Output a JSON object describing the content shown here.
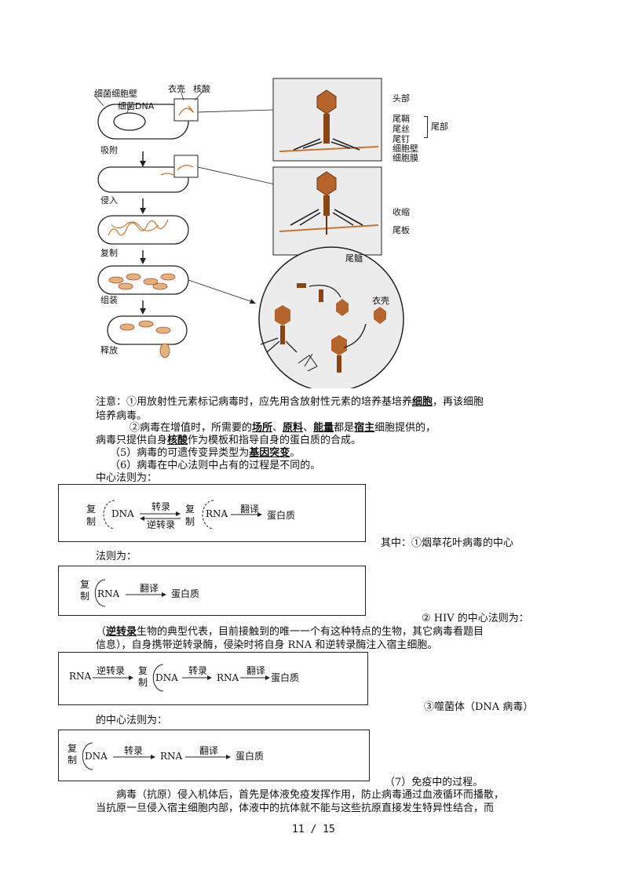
{
  "figure": {
    "bacterium_labels": {
      "cell_wall": "细菌细胞壁",
      "dna": "细菌DNA",
      "coat": "衣壳",
      "nucleic_acid": "核酸"
    },
    "stages": [
      "吸附",
      "侵入",
      "复制",
      "组装",
      "释放"
    ],
    "phage_labels": {
      "head": "头部",
      "sheath": "尾鞘",
      "fiber": "尾丝",
      "pin": "尾钉",
      "wall": "细胞壁",
      "membrane": "细胞膜",
      "tail_group": "尾部",
      "contract": "收缩",
      "plate": "尾板",
      "core": "尾髓",
      "coat2": "衣壳"
    }
  },
  "note": {
    "line1_pre": "注意：①用放射性元素标记病毒时，应先用含放射性元素的培养基培养",
    "line1_ans": "细胞",
    "line1_post": "，再该细胞",
    "line2": "培养病毒。",
    "line3_pre": "②病毒在增值时，所需要的",
    "ans_site": "场所",
    "sep1": "、",
    "ans_material": "原料",
    "sep2": "、",
    "ans_energy": "能量",
    "line3_mid": "都是",
    "ans_host": "宿主",
    "line3_post": "细胞提供的，",
    "line4_pre": "病毒只提供自身",
    "ans_nucleic": "核酸",
    "line4_post": "作为模板和指导自身的蛋白质的合成。",
    "line5_pre": "（5）病毒的可遗传变异类型为",
    "ans_mutation": "基因突变",
    "line5_post": "。",
    "line6": "（6）病毒在中心法则中占有的过程是不同的。",
    "line7": "中心法则为："
  },
  "dogma": {
    "replicate": "复制",
    "dna": "DNA",
    "rna": "RNA",
    "transcribe": "转录",
    "reverse": "逆转录",
    "translate": "翻译",
    "protein": "蛋白质"
  },
  "text": {
    "tmv_a": "其中：①烟草花叶病毒的中心",
    "tmv_b": "法则为：",
    "hiv": "② HIV 的中心法则为：",
    "hiv_open": "（",
    "hiv_ans": "逆转录",
    "hiv_line1_post": "生物的典型代表，目前接触到的唯一一个有这种特点的生物，其它病毒看题目",
    "hiv_line2": "信息），自身携带逆转录酶，侵染时将自身 RNA 和逆转录酶注入宿主细胞。",
    "phage_a": "③噬菌体（DNA 病毒）",
    "phage_b": "的中心法则为：",
    "immune": "（7）免疫中的过程。",
    "para1": "病毒（抗原）侵入机体后，首先是体液免疫发挥作用，防止病毒通过血液循环而播散，",
    "para2": "当抗原一旦侵入宿主细胞内部，体液中的抗体就不能与这些抗原直接发生特异性结合，而"
  },
  "page_number": "11 / 15"
}
